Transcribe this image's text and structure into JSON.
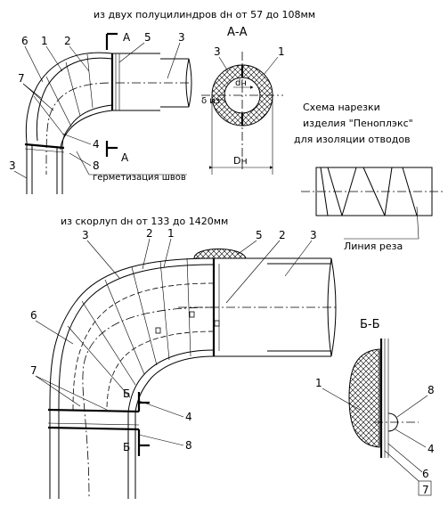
{
  "captions": {
    "top_title": "из двух полуцилиндров dн от 57 до 108мм",
    "bottom_title": "из скорлуп dн от 133 до 1420мм",
    "scheme_line1": "Схема нарезки",
    "scheme_line2": "изделия \"Пеноплэкс\"",
    "scheme_line3": "для изоляции отводов",
    "cut_line": "Линия реза",
    "seam_sealing": "герметизация швов"
  },
  "sections": {
    "aa_title": "А-А",
    "bb_title": "Б-Б",
    "a_mark": "А",
    "b_mark": "Б"
  },
  "dims": {
    "dn": "Dн",
    "d_inner": "dн",
    "delta": "δ из"
  },
  "callouts": {
    "n1": "1",
    "n2": "2",
    "n3": "3",
    "n4": "4",
    "n5": "5",
    "n6": "6",
    "n7": "7",
    "n8": "8"
  }
}
